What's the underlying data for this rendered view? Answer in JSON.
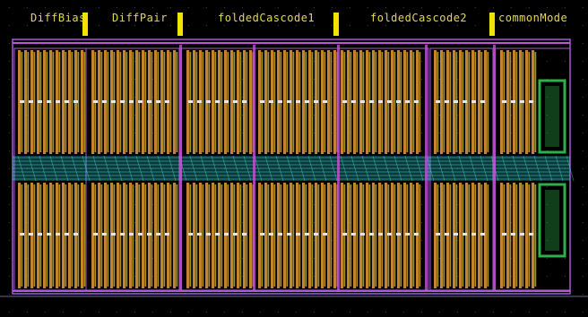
{
  "blocks": [
    {
      "label": "DiffBias"
    },
    {
      "label": "DiffPair"
    },
    {
      "label": "foldedCascode1"
    },
    {
      "label": "foldedCascode2"
    },
    {
      "label": "commonMode"
    }
  ],
  "colors": {
    "background": "#000000",
    "label": "#e6d84a",
    "marker": "#f2e200",
    "poly": "#e59a3a",
    "metal_yellow": "#d9c12a",
    "metal_magenta": "#c254d6",
    "metal_cyan": "#35d6d6",
    "diffusion_green": "#2fae4a",
    "outline_purple": "#a45ad6"
  }
}
